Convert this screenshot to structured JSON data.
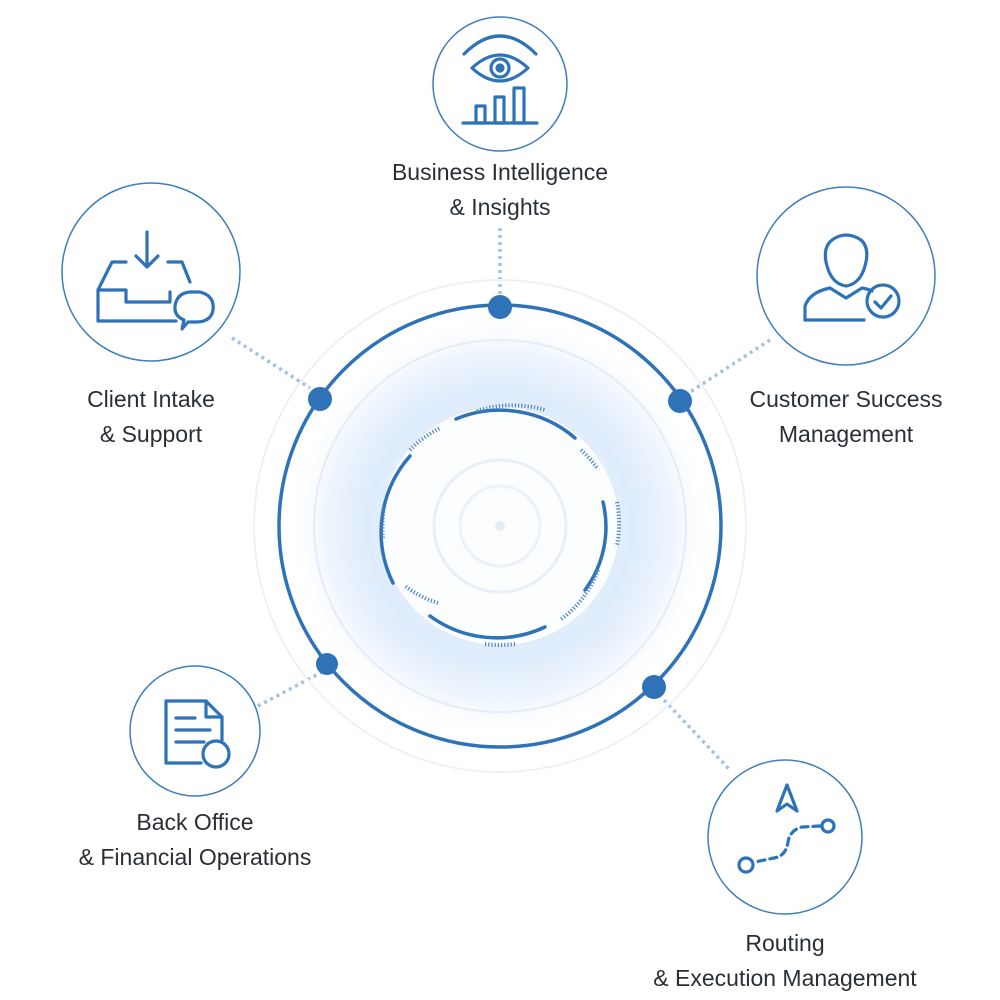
{
  "colors": {
    "primary": "#2e72b8",
    "connector": "#9ec3e6",
    "node_border": "#3f7dbd",
    "glow": "#dcecfd",
    "text": "#2a2f36"
  },
  "nodes": {
    "business_intelligence": {
      "icon": "eye-chart-icon",
      "line1": "Business Intelligence",
      "line2": "& Insights"
    },
    "client_intake": {
      "icon": "inbox-chat-icon",
      "line1": "Client Intake",
      "line2": "& Support"
    },
    "customer_success": {
      "icon": "user-check-icon",
      "line1": "Customer Success",
      "line2": "Management"
    },
    "back_office": {
      "icon": "document-icon",
      "line1": "Back Office",
      "line2": "& Financial Operations"
    },
    "routing": {
      "icon": "route-icon",
      "line1": "Routing",
      "line2": "& Execution Management"
    }
  }
}
